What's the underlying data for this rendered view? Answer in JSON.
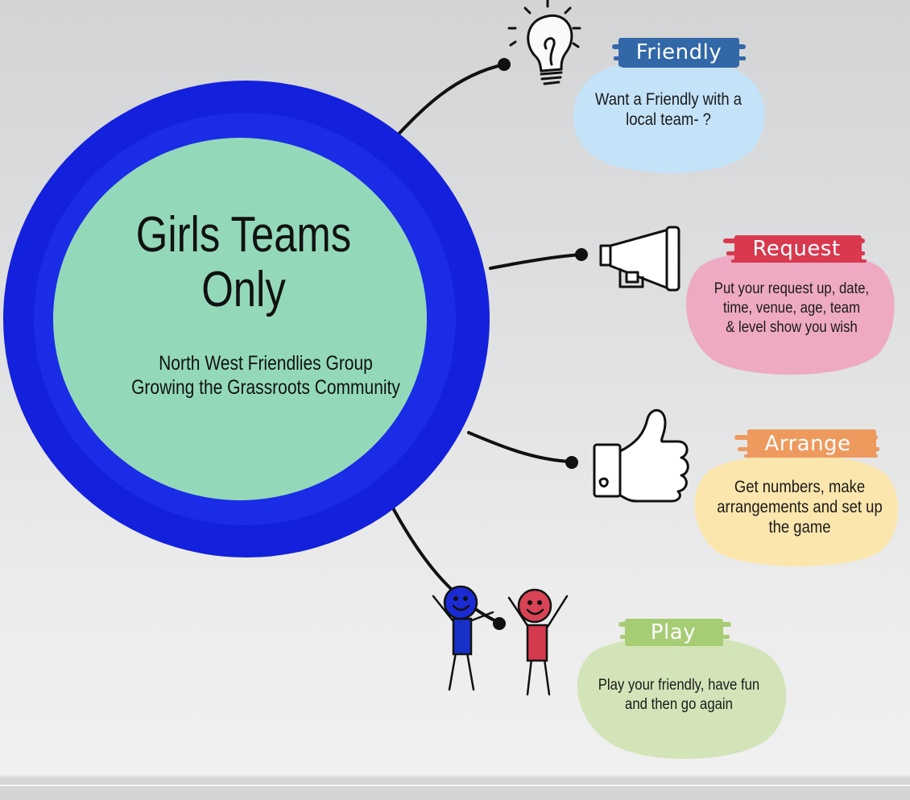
{
  "hub": {
    "title_line1": "Girls Teams",
    "title_line2": "Only",
    "subtitle_line1": "North West Friendlies Group",
    "subtitle_line2": "Growing the Grassroots Community"
  },
  "steps": [
    {
      "label": "Friendly",
      "icon": "lightbulb-icon",
      "label_color": "#3268a8",
      "blob_color": "#c4e2f8",
      "text_lines": [
        "Want a Friendly with a",
        "local team- ?"
      ]
    },
    {
      "label": "Request",
      "icon": "megaphone-icon",
      "label_color": "#d8394f",
      "blob_color": "#eeaac2",
      "text_lines": [
        "Put your request up, date,",
        "time, venue, age, team",
        "& level show you wish"
      ]
    },
    {
      "label": "Arrange",
      "icon": "thumbs-up-icon",
      "label_color": "#ee9a5e",
      "blob_color": "#fbe6ad",
      "text_lines": [
        "Get numbers, make",
        "arrangements and set up",
        "the game"
      ]
    },
    {
      "label": "Play",
      "icon": "stick-figures-icon",
      "label_color": "#a6cc74",
      "blob_color": "#d3e4b8",
      "text_lines": [
        "Play your friendly, have fun",
        "and then go again"
      ]
    }
  ],
  "colors": {
    "ring": "#1420e0",
    "hub_fill": "#93d9b9"
  }
}
